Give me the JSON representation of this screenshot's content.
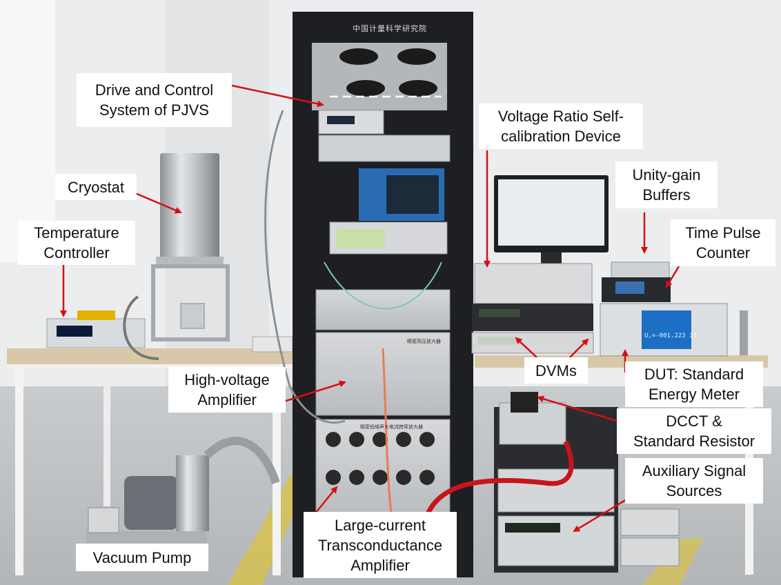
{
  "cabinet_sign": "中国计量科学研究院",
  "amp_panel_text_1": "精密高压放大器",
  "amp_panel_text_2": "精密低噪声大电流跨导放大器",
  "dut_readout": "U,=-001.223 13",
  "colors": {
    "label_bg": "#ffffff",
    "arrow": "#d40f14",
    "dashed_line": "#ffffff",
    "cabinet": "#1d1f22"
  },
  "labels": {
    "drive_control": [
      "Drive and Control",
      "System of PJVS"
    ],
    "voltage_ratio": [
      "Voltage Ratio Self-",
      "calibration Device"
    ],
    "cryostat": [
      "Cryostat"
    ],
    "unity_gain": [
      "Unity-gain",
      "Buffers"
    ],
    "temperature_controller": [
      "Temperature",
      "Controller"
    ],
    "time_pulse": [
      "Time Pulse",
      "Counter"
    ],
    "high_voltage": [
      "High-voltage",
      "Amplifier"
    ],
    "dvms": [
      "DVMs"
    ],
    "dut": [
      "DUT: Standard",
      "Energy Meter"
    ],
    "dcct": [
      "DCCT &",
      "Standard Resistor"
    ],
    "auxiliary": [
      "Auxiliary Signal",
      "Sources"
    ],
    "vacuum_pump": [
      "Vacuum Pump"
    ],
    "large_current": [
      "Large-current",
      "Transconductance",
      "Amplifier"
    ]
  }
}
